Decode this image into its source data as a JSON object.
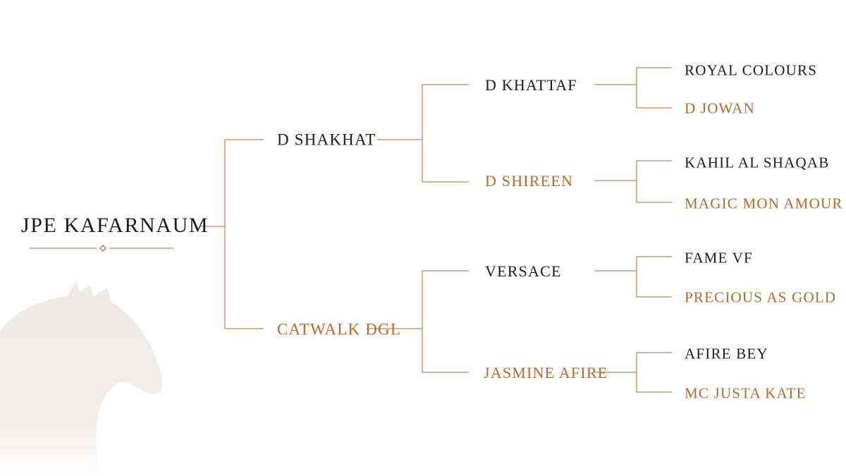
{
  "pedigree": {
    "subject": "JPE KAFARNAUM",
    "sire": "D SHAKHAT",
    "dam": "CATWALK DGL",
    "sire_sire": "D KHATTAF",
    "sire_dam": "D SHIREEN",
    "dam_sire": "VERSACE",
    "dam_dam": "JASMINE AFIRE",
    "gen4": [
      "ROYAL COLOURS",
      "D JOWAN",
      "KAHIL AL SHAQAB",
      "MAGIC MON AMOUR",
      "FAME VF",
      "PRECIOUS AS GOLD",
      "AFIRE BEY",
      "MC JUSTA KATE"
    ]
  },
  "colors": {
    "background": "#ffffff",
    "line": "#b8692a",
    "sire_text": "#1c1c1c",
    "dam_text": "#b8692a",
    "watermark": "#ede7e1"
  },
  "icons": {
    "watermark": "horse-head-icon",
    "ornament": "diamond-icon"
  }
}
